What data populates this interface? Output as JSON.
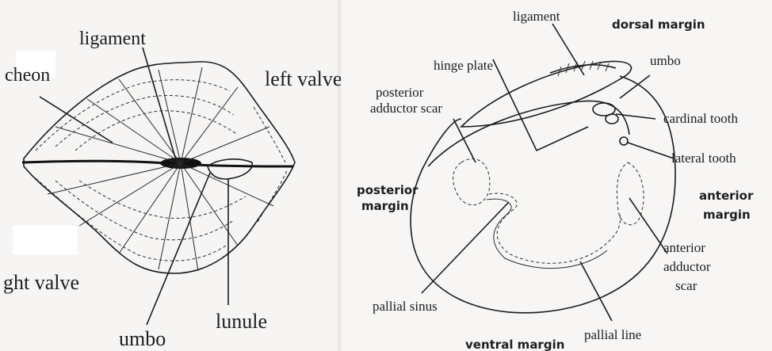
{
  "left_diagram": {
    "labels": {
      "ligament": "ligament",
      "escutcheon": "cheon",
      "left_valve": "left valve",
      "right_valve": "ght valve",
      "umbo": "umbo",
      "lunule": "lunule"
    }
  },
  "right_diagram": {
    "labels": {
      "ligament": "ligament",
      "dorsal_margin": "dorsal margin",
      "umbo": "umbo",
      "hinge_plate": "hinge plate",
      "posterior_adductor_scar_1": "posterior",
      "posterior_adductor_scar_2": "adductor scar",
      "cardinal_tooth": "cardinal tooth",
      "lateral_tooth": "lateral tooth",
      "posterior_margin_1": "posterior",
      "posterior_margin_2": "margin",
      "anterior_margin_1": "anterior",
      "anterior_margin_2": "margin",
      "anterior_adductor_scar_1": "anterior",
      "anterior_adductor_scar_2": "adductor",
      "anterior_adductor_scar_3": "scar",
      "pallial_sinus": "pallial sinus",
      "pallial_line": "pallial line",
      "ventral_margin": "ventral margin"
    }
  }
}
